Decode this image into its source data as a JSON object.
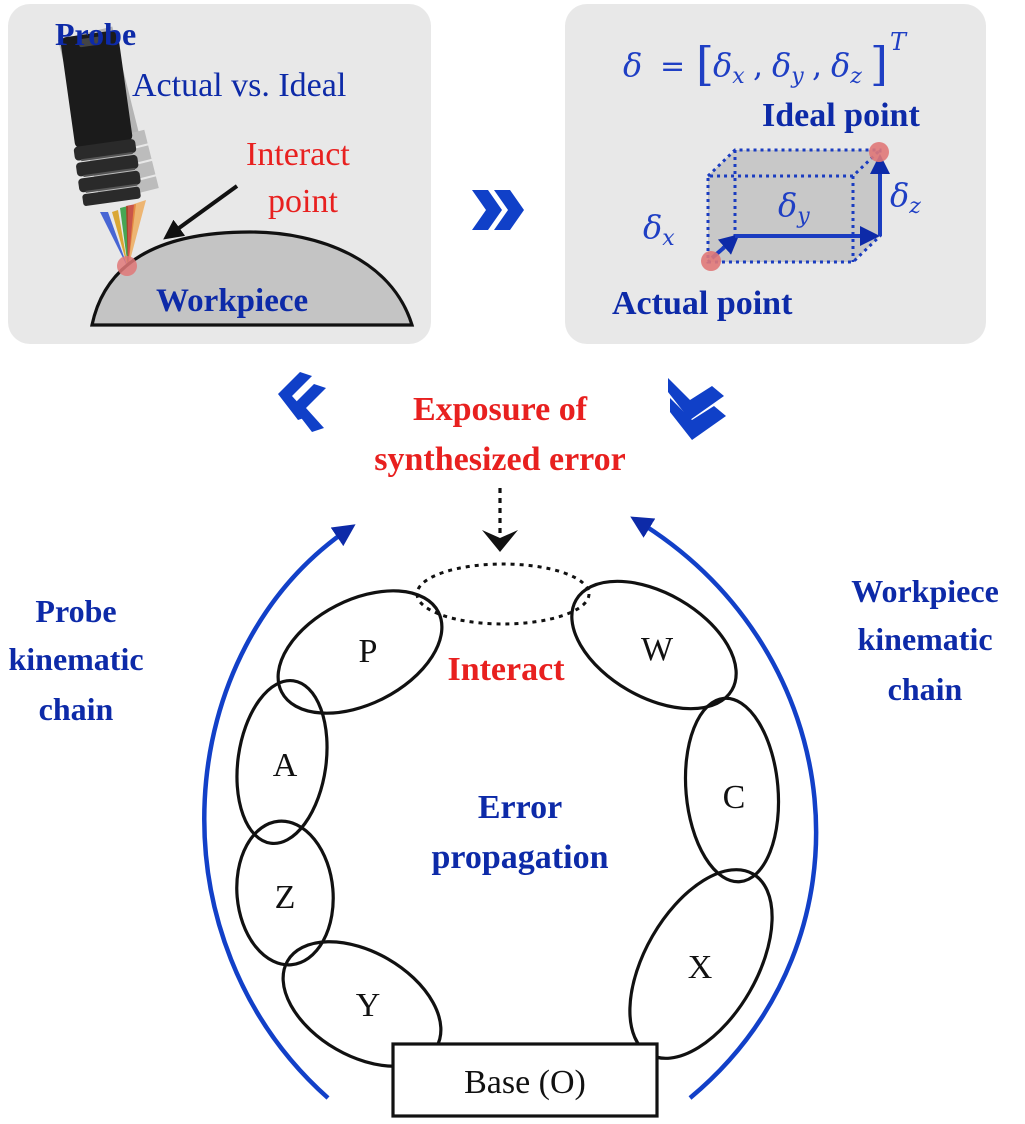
{
  "left_panel": {
    "probe_title": "Probe",
    "subtitle": "Actual vs. Ideal",
    "interact_label": [
      "Interact",
      "point"
    ],
    "workpiece_label": "Workpiece"
  },
  "right_panel": {
    "equation": {
      "lhs": "δ",
      "eq": "=",
      "bracket_open": "[",
      "items": [
        "δx",
        "δy",
        "δz"
      ],
      "separator": ",",
      "bracket_close": "]",
      "superscript": "T"
    },
    "ideal_label": "Ideal point",
    "actual_label": "Actual point",
    "delta_x": "δx",
    "delta_y": "δy",
    "delta_z": "δz"
  },
  "center": {
    "exposure_label": [
      "Exposure of",
      "synthesized error"
    ],
    "interact_label": "Interact",
    "propagation_label": [
      "Error",
      "propagation"
    ]
  },
  "chains": {
    "probe": [
      "Probe",
      "kinematic",
      "chain"
    ],
    "workpiece": [
      "Workpiece",
      "kinematic",
      "chain"
    ]
  },
  "links": {
    "P": "P",
    "A": "A",
    "Z": "Z",
    "Y": "Y",
    "W": "W",
    "C": "C",
    "X": "X"
  },
  "base_label": "Base (O)",
  "colors": {
    "blue": "#0d2aa8",
    "red": "#e8201f",
    "panel": "#e8e8e8",
    "box_fill": "#bdbdbd",
    "point": "#e07878"
  }
}
